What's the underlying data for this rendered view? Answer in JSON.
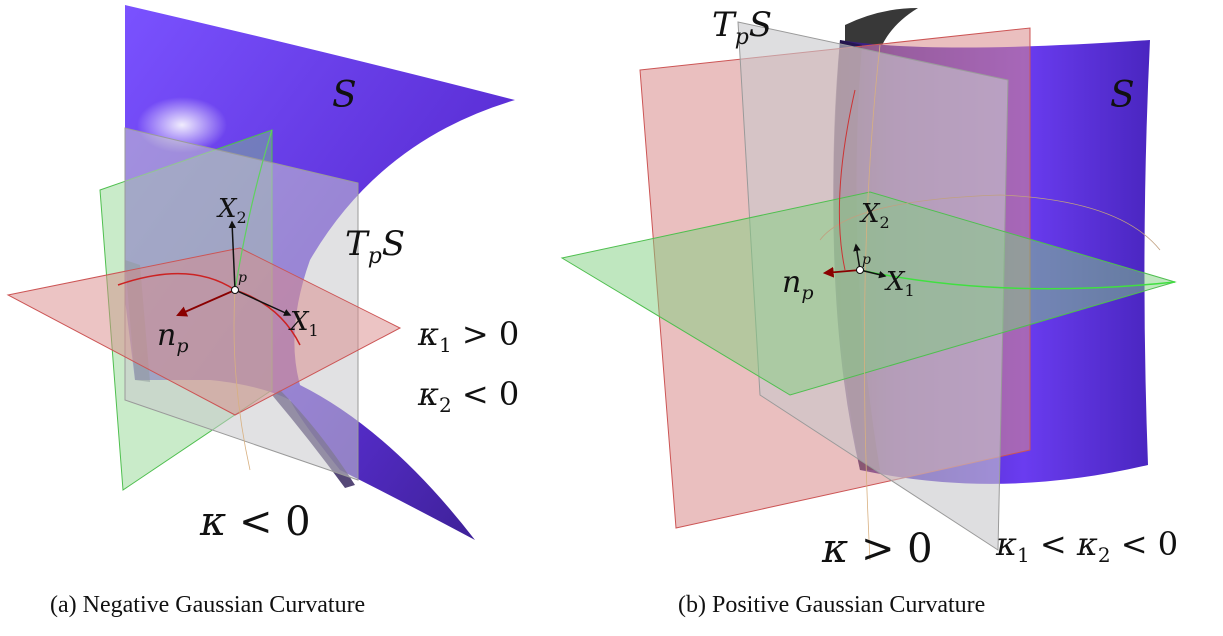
{
  "panel_a": {
    "surface_label": "S",
    "tangent_plane_label": "T_pS",
    "point_label": "p",
    "axis_x1": "X_1",
    "axis_x2": "X_2",
    "normal_label": "n_p",
    "kappa1": "κ_1 > 0",
    "kappa2": "κ_2 < 0",
    "kappa": "κ < 0",
    "caption": "(a) Negative Gaussian Curvature"
  },
  "panel_b": {
    "surface_label": "S",
    "tangent_plane_label": "T_pS",
    "point_label": "p",
    "axis_x1": "X_1",
    "axis_x2": "X_2",
    "normal_label": "n_p",
    "kappa_relation": "κ_1 < κ_2 < 0",
    "kappa": "κ > 0",
    "caption": "(b) Positive Gaussian Curvature"
  },
  "colors": {
    "surface": "#5b2fd6",
    "surface_dark": "#2a1a55",
    "red_plane": "#d98a8a",
    "green_plane": "#7fd07f",
    "gray_plane": "#c8c8cc"
  }
}
